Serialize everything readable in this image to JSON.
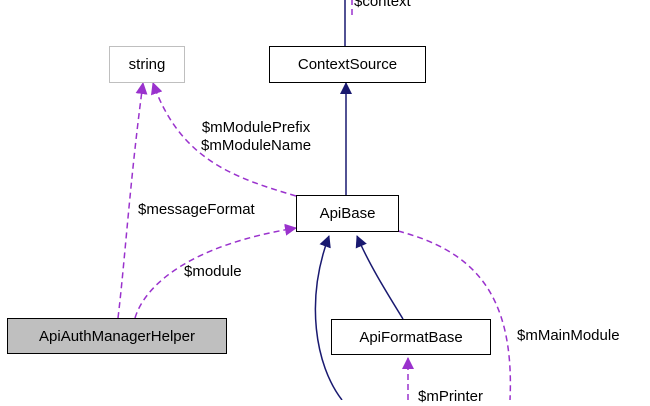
{
  "nodes": {
    "context_source": "ContextSource",
    "string": "string",
    "api_base": "ApiBase",
    "api_auth_manager_helper": "ApiAuthManagerHelper",
    "api_format_base": "ApiFormatBase"
  },
  "edge_labels": {
    "context": "$context",
    "module_prefix": "$mModulePrefix",
    "module_name": "$mModuleName",
    "message_format": "$messageFormat",
    "module": "$module",
    "main_module": "$mMainModule",
    "printer": "$mPrinter"
  },
  "colors": {
    "inheritance_edge": "#191970",
    "usage_edge": "#9a32cd",
    "focus_node_fill": "#bfbfbf",
    "ghost_node_border": "#bfbfbf"
  }
}
